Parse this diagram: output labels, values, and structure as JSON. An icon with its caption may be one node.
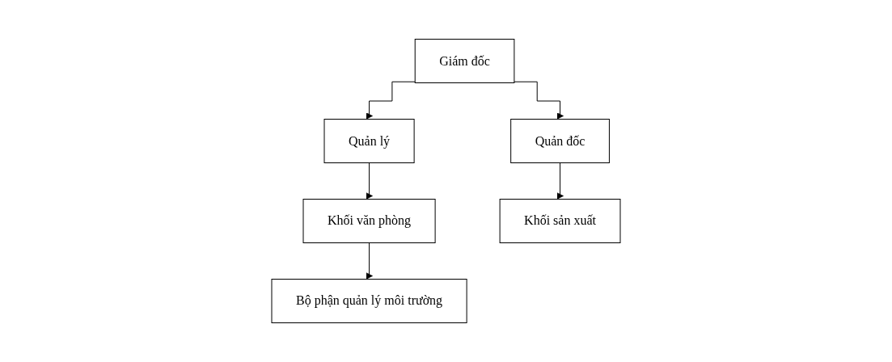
{
  "diagram": {
    "nodes": [
      {
        "text": [
          "Giám đốc"
        ]
      },
      {
        "text": [
          "Quản lý"
        ]
      },
      {
        "text": [
          "Quản đốc"
        ]
      },
      {
        "text": [
          "Khối văn phòng"
        ]
      },
      {
        "text": [
          "Khối sản xuất"
        ]
      },
      {
        "text": [
          "Bộ phận quản lý môi trường"
        ]
      }
    ],
    "edges": [
      {
        "from": 0,
        "to": 1,
        "arrow": "to"
      },
      {
        "from": 0,
        "to": 2,
        "arrow": "to"
      },
      {
        "from": 1,
        "to": 3,
        "arrow": "to"
      },
      {
        "from": 2,
        "to": 4,
        "arrow": "to"
      },
      {
        "from": 3,
        "to": 5,
        "arrow": "to"
      }
    ]
  }
}
